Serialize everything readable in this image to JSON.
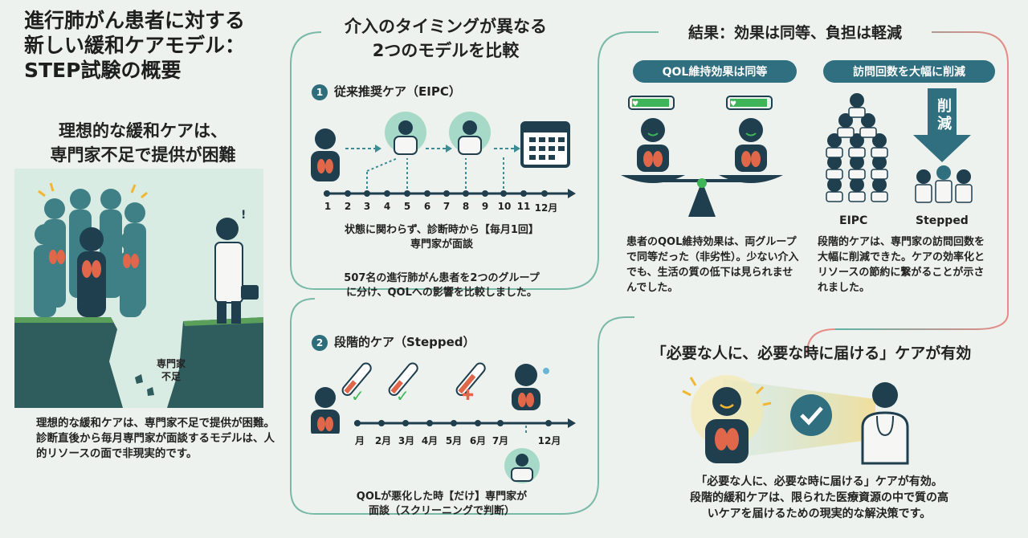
{
  "title": {
    "line1": "進行肺がん患者に対する",
    "line2": "新しい緩和ケアモデル：",
    "line3": "STEP試験の概要"
  },
  "left": {
    "heading_line1": "理想的な緩和ケアは、",
    "heading_line2": "専門家不足で提供が困難",
    "gap_label_line1": "専門家",
    "gap_label_line2": "不足",
    "body": "理想的な緩和ケアは、専門家不足で提供が困難。診断直後から毎月専門家が面談するモデルは、人的リソースの面で非現実的です。"
  },
  "middle": {
    "heading_line1": "介入のタイミングが異なる",
    "heading_line2": "2つのモデルを比較",
    "model1_num": "1",
    "model1_label": "従来推奨ケア（EIPC）",
    "model1_ticks": [
      "1",
      "2",
      "3",
      "4",
      "5",
      "6",
      "7",
      "8",
      "9",
      "10",
      "11",
      "12月"
    ],
    "model1_desc_line1": "状態に関わらず、診断時から【毎月1回】",
    "model1_desc_line2": "専門家が面談",
    "compare_line1": "507名の進行肺がん患者を2つのグループ",
    "compare_line2": "に分け、QOLへの影響を比較しました。",
    "model2_num": "2",
    "model2_label": "段階的ケア（Stepped）",
    "model2_ticks": [
      "月",
      "2月",
      "3月",
      "4月",
      "5月",
      "6月",
      "7月",
      "12月"
    ],
    "model2_desc_line1": "QOLが悪化した時【だけ】専門家が",
    "model2_desc_line2": "面談（スクリーニングで判断）"
  },
  "results": {
    "heading": "結果：効果は同等、負担は軽減",
    "pill_left": "QOL維持効果は同等",
    "pill_right": "訪問回数を大幅に削減",
    "reduce_label_line1": "削",
    "reduce_label_line2": "減",
    "group1": "EIPC",
    "group2": "Stepped",
    "text_left": "患者のQOL維持効果は、両グループで同等だった（非劣性）。少ない介入でも、生活の質の低下は見られませんでした。",
    "text_right": "段階的ケアは、専門家の訪問回数を大幅に削減できた。ケアの効率化とリソースの節約に繋がることが示されました。"
  },
  "conclusion": {
    "heading": "「必要な人に、必要な時に届ける」ケアが有効",
    "body_line1": "「必要な人に、必要な時に届ける」ケアが有効。",
    "body_line2": "段階的緩和ケアは、限られた医療資源の中で質の高",
    "body_line3": "いケアを届けるための現実的な解決策です。"
  },
  "colors": {
    "teal_dark": "#2f6f7f",
    "teal": "#4e9aa0",
    "coral": "#e07a72",
    "green": "#3fb55a",
    "background": "#eef2ee"
  }
}
